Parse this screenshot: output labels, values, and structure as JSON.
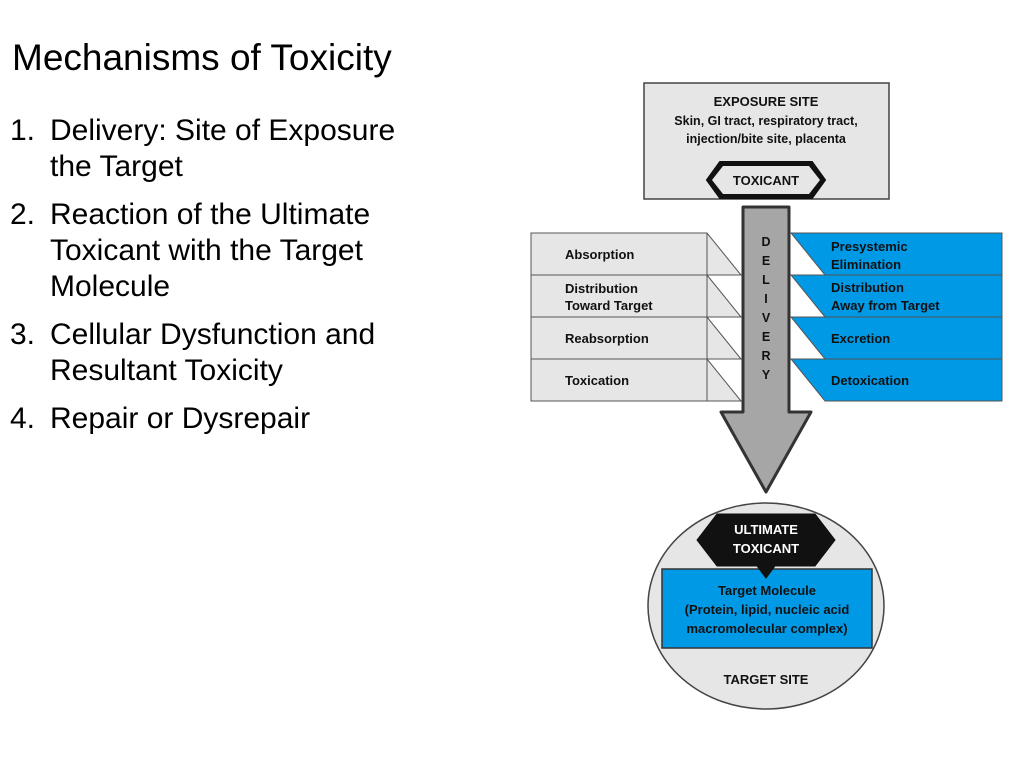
{
  "slide": {
    "title": "Mechanisms of Toxicity",
    "items": [
      {
        "number": "1.",
        "lines": [
          "Delivery: Site of Exposure",
          "the Target"
        ]
      },
      {
        "number": "2.",
        "lines": [
          "Reaction of the Ultimate",
          "Toxicant with the Target",
          "Molecule"
        ]
      },
      {
        "number": "3.",
        "lines": [
          "Cellular Dysfunction and",
          "Resultant Toxicity"
        ]
      },
      {
        "number": "4.",
        "lines": [
          "Repair or Dysrepair"
        ]
      }
    ]
  },
  "diagram": {
    "exposure_site": {
      "title": "EXPOSURE SITE",
      "lines": [
        "Skin, GI tract, respiratory tract,",
        "injection/bite site, placenta"
      ]
    },
    "toxicant_label": "TOXICANT",
    "delivery_letters": [
      "D",
      "E",
      "L",
      "I",
      "V",
      "E",
      "R",
      "Y"
    ],
    "left_processes": [
      {
        "lines": [
          "Absorption"
        ]
      },
      {
        "lines": [
          "Distribution",
          "Toward Target"
        ]
      },
      {
        "lines": [
          "Reabsorption"
        ]
      },
      {
        "lines": [
          "Toxication"
        ]
      }
    ],
    "right_processes": [
      {
        "lines": [
          "Presystemic",
          "Elimination"
        ]
      },
      {
        "lines": [
          "Distribution",
          "Away from Target"
        ]
      },
      {
        "lines": [
          "Excretion"
        ]
      },
      {
        "lines": [
          "Detoxication"
        ]
      }
    ],
    "ultimate_toxicant": [
      "ULTIMATE",
      "TOXICANT"
    ],
    "target_molecule": [
      "Target Molecule",
      "(Protein, lipid, nucleic acid",
      "macromolecular complex)"
    ],
    "target_site": "TARGET SITE",
    "colors": {
      "gray_box": "#e6e6e6",
      "blue_box": "#0099e6",
      "arrow": "#a6a6a6",
      "dark": "#222222"
    }
  }
}
